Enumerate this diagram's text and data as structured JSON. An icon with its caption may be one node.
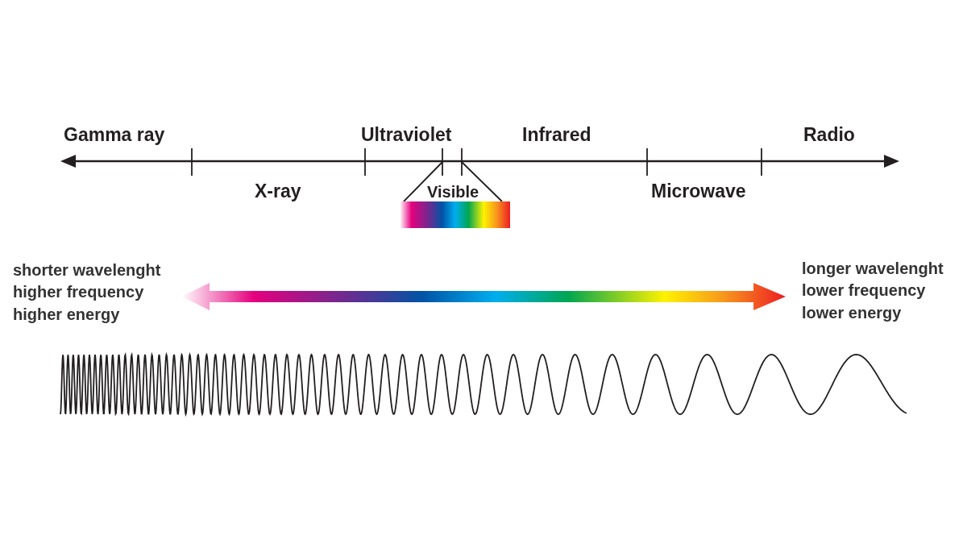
{
  "diagram": {
    "labels": [
      "Gamma ray",
      "Ultraviolet",
      "Infrared",
      "Radio",
      "X-ray",
      "Visible",
      "Microwave",
      "shorter wavelenght",
      "longer wavelenght",
      "higher frequency",
      "lower frequency",
      "higher energy",
      "lower energy"
    ]
  }
}
